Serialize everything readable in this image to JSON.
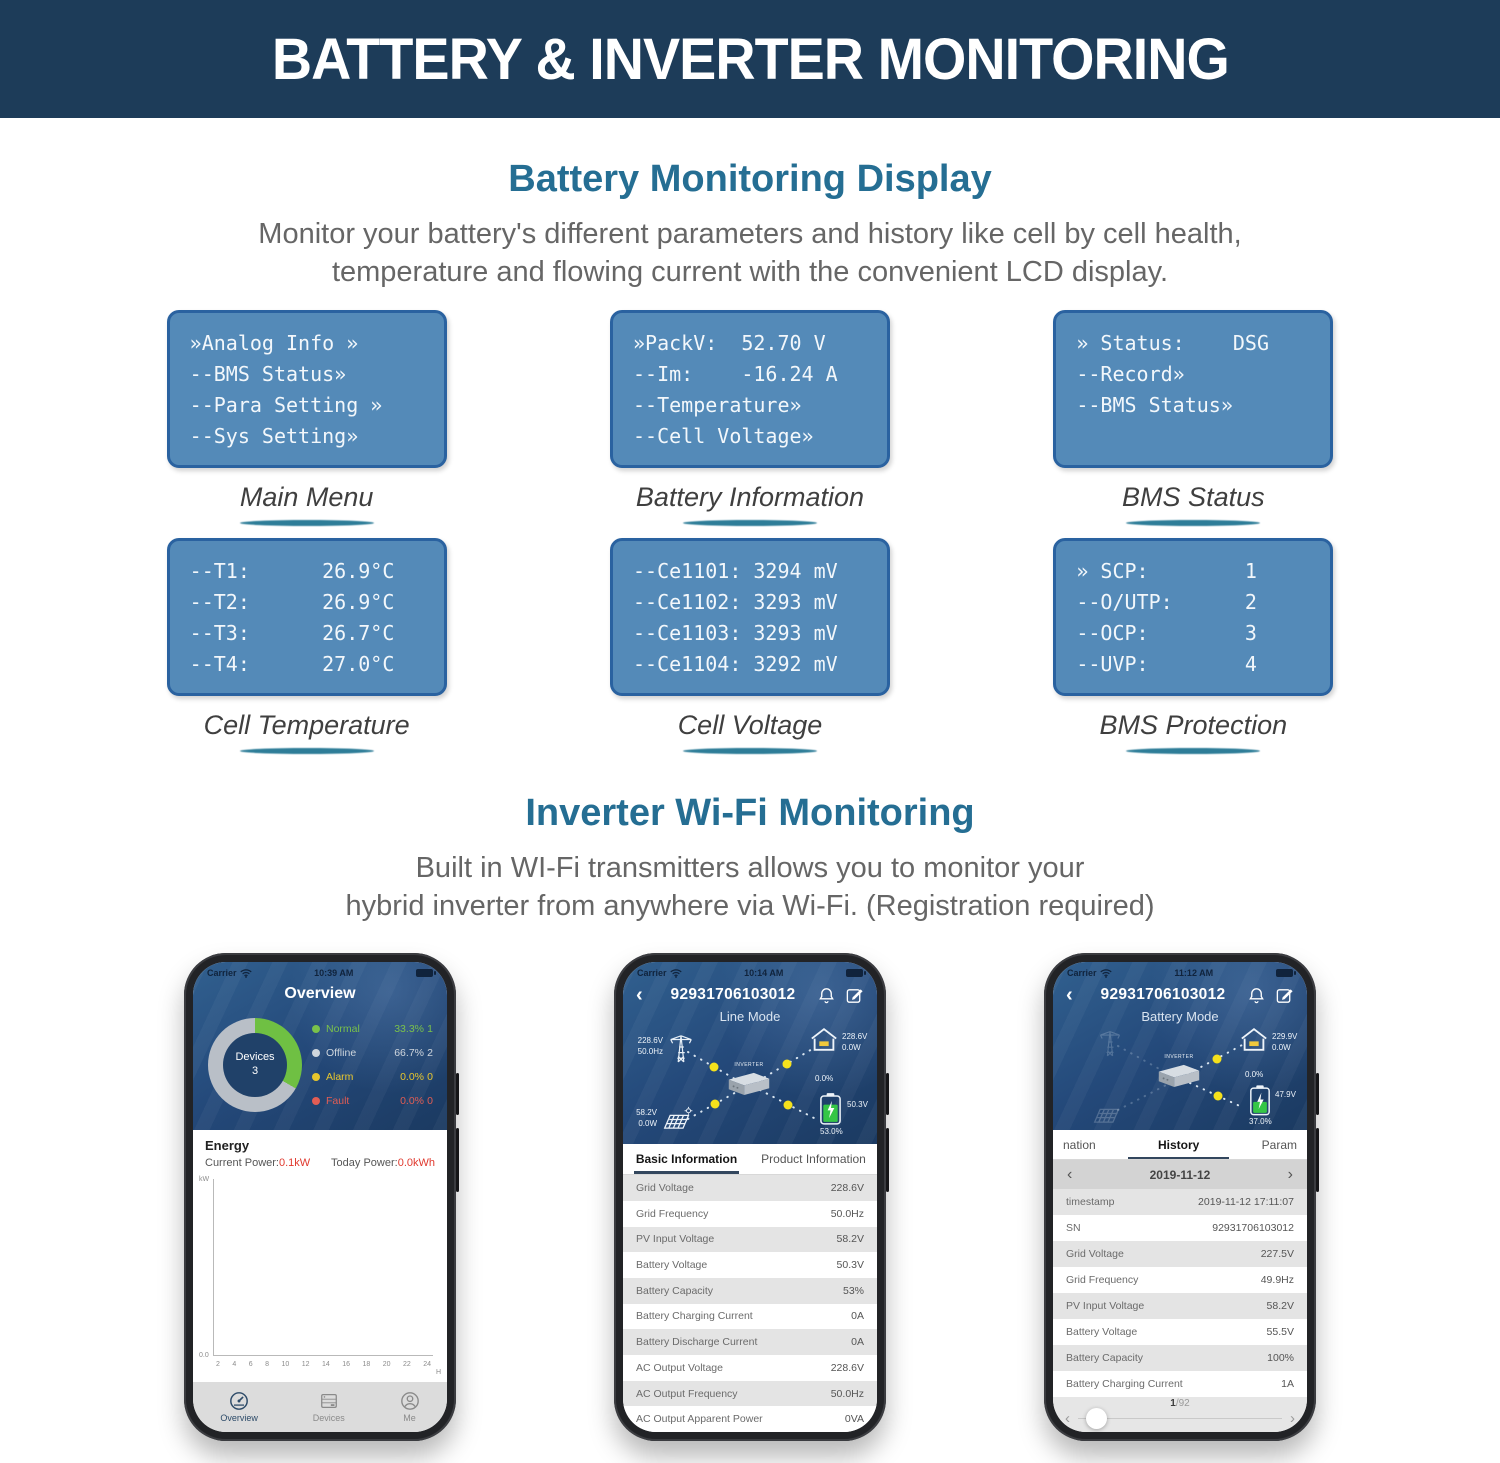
{
  "banner": {
    "title": "BATTERY & INVERTER MONITORING"
  },
  "section1": {
    "heading": "Battery Monitoring Display",
    "body_line1": "Monitor your battery's different parameters and history like cell by cell health,",
    "body_line2": "temperature and flowing current with the convenient LCD display."
  },
  "lcd_panels": [
    {
      "caption": "Main Menu",
      "lines": [
        "»Analog Info »",
        "--BMS Status»",
        "--Para Setting »",
        "--Sys Setting»"
      ]
    },
    {
      "caption": "Battery Information",
      "lines": [
        "»PackV:  52.70 V",
        "--Im:    -16.24 A",
        "--Temperature»",
        "--Cell Voltage»"
      ]
    },
    {
      "caption": "BMS Status",
      "lines": [
        "» Status:    DSG",
        "--Record»",
        "--BMS Status»"
      ]
    },
    {
      "caption": "Cell Temperature",
      "lines": [
        "--T1:      26.9°C",
        "--T2:      26.9°C",
        "--T3:      26.7°C",
        "--T4:      27.0°C"
      ]
    },
    {
      "caption": "Cell Voltage",
      "lines": [
        "--Ce1101: 3294 mV",
        "--Ce1102: 3293 mV",
        "--Ce1103: 3293 mV",
        "--Ce1104: 3292 mV"
      ]
    },
    {
      "caption": "BMS Protection",
      "lines": [
        "» SCP:        1",
        "--O/UTP:      2",
        "--OCP:        3",
        "--UVP:        4"
      ]
    }
  ],
  "section2": {
    "heading": "Inverter Wi-Fi Monitoring",
    "body_line1": "Built in WI-Fi transmitters allows you to monitor your",
    "body_line2": "hybrid inverter from anywhere via Wi-Fi. (Registration required)"
  },
  "phone1": {
    "carrier": "Carrier",
    "time": "10:39 AM",
    "title": "Overview",
    "devices_label": "Devices",
    "devices_count": "3",
    "legend": [
      {
        "label": "Normal",
        "pct": "33.3%",
        "count": "1"
      },
      {
        "label": "Offline",
        "pct": "66.7%",
        "count": "2"
      },
      {
        "label": "Alarm",
        "pct": "0.0%",
        "count": "0"
      },
      {
        "label": "Fault",
        "pct": "0.0%",
        "count": "0"
      }
    ],
    "energy": {
      "title": "Energy",
      "current_label": "Current Power:",
      "current_value": "0.1kW",
      "today_label": "Today Power:",
      "today_value": "0.0kWh",
      "y_unit": "kW",
      "y_zero": "0.0",
      "x_ticks": [
        "2",
        "4",
        "6",
        "8",
        "10",
        "12",
        "14",
        "16",
        "18",
        "20",
        "22",
        "24"
      ],
      "x_unit": "H"
    },
    "tabs": [
      {
        "label": "Overview"
      },
      {
        "label": "Devices"
      },
      {
        "label": "Me"
      }
    ]
  },
  "phone2": {
    "carrier": "Carrier",
    "time": "10:14 AM",
    "title": "92931706103012",
    "mode": "Line Mode",
    "grid": {
      "v": "228.6V",
      "hz": "50.0Hz"
    },
    "load": {
      "v": "228.6V",
      "w": "0.0W",
      "pct": "0.0%"
    },
    "pv": {
      "v": "58.2V",
      "w": "0.0W"
    },
    "battery": {
      "v": "50.3V",
      "pct": "53.0%"
    },
    "inverter_label": "INVERTER",
    "tabs": {
      "active": "Basic Information",
      "inactive": "Product Information"
    },
    "rows": [
      {
        "label": "Grid Voltage",
        "value": "228.6V"
      },
      {
        "label": "Grid Frequency",
        "value": "50.0Hz"
      },
      {
        "label": "PV Input Voltage",
        "value": "58.2V"
      },
      {
        "label": "Battery Voltage",
        "value": "50.3V"
      },
      {
        "label": "Battery Capacity",
        "value": "53%"
      },
      {
        "label": "Battery Charging Current",
        "value": "0A"
      },
      {
        "label": "Battery Discharge Current",
        "value": "0A"
      },
      {
        "label": "AC Output Voltage",
        "value": "228.6V"
      },
      {
        "label": "AC Output Frequency",
        "value": "50.0Hz"
      },
      {
        "label": "AC Output Apparent Power",
        "value": "0VA"
      }
    ]
  },
  "phone3": {
    "carrier": "Carrier",
    "time": "11:12 AM",
    "title": "92931706103012",
    "mode": "Battery Mode",
    "load": {
      "v": "229.9V",
      "w": "0.0W",
      "pct": "0.0%"
    },
    "battery": {
      "v": "47.9V",
      "pct": "37.0%"
    },
    "inverter_label": "INVERTER",
    "tabs": {
      "left": "nation",
      "active": "History",
      "right": "Param"
    },
    "date": "2019-11-12",
    "rows": [
      {
        "label": "timestamp",
        "value": "2019-11-12 17:11:07"
      },
      {
        "label": "SN",
        "value": "92931706103012"
      },
      {
        "label": "Grid Voltage",
        "value": "227.5V"
      },
      {
        "label": "Grid Frequency",
        "value": "49.9Hz"
      },
      {
        "label": "PV Input Voltage",
        "value": "58.2V"
      },
      {
        "label": "Battery Voltage",
        "value": "55.5V"
      },
      {
        "label": "Battery Capacity",
        "value": "100%"
      },
      {
        "label": "Battery Charging Current",
        "value": "1A"
      }
    ],
    "pagination": {
      "current": "1",
      "total": "/92"
    }
  },
  "colors": {
    "banner_bg": "#1d3c59",
    "heading_teal": "#256e93",
    "lcd_bg": "#548ab8",
    "lcd_border": "#2a62a0",
    "status_normal": "#79c14b",
    "status_offline": "#cfd6dd",
    "status_alarm": "#e7c62d",
    "status_fault": "#e25d54",
    "value_red": "#e0392e",
    "battery_green": "#35c646",
    "flow_dot_yellow": "#f5e11c"
  }
}
